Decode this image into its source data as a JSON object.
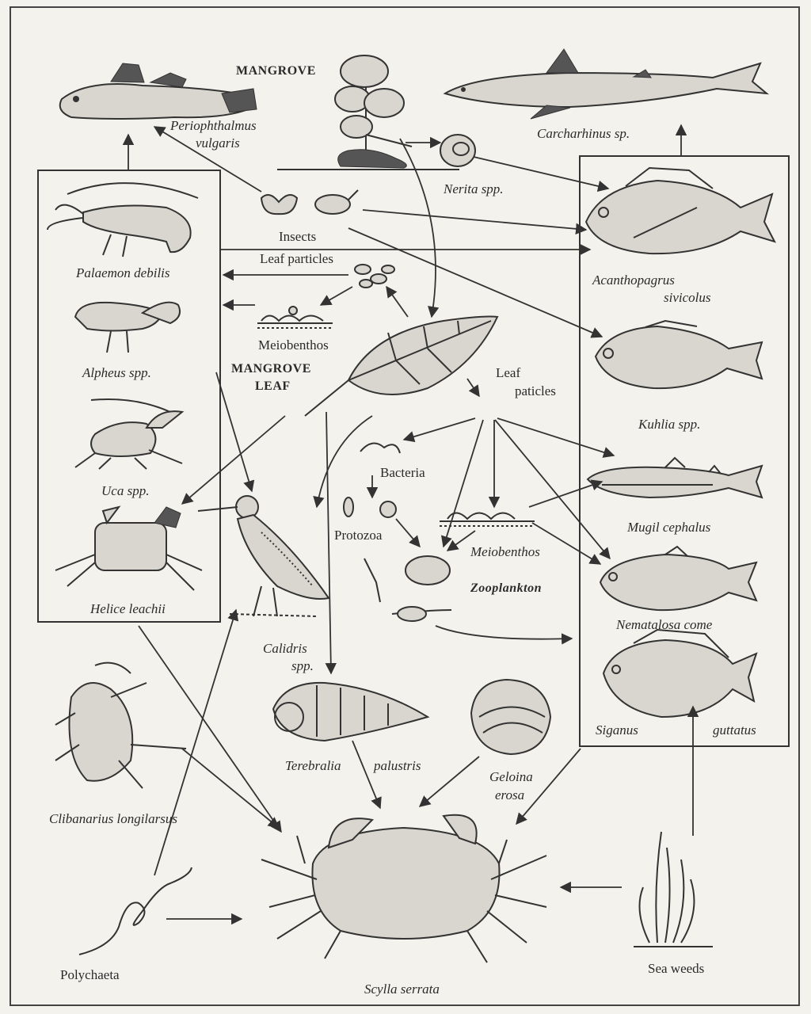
{
  "organisms": {
    "mangrove": "MANGROVE",
    "periophthalmus": "Periophthalmus",
    "periophthalmus_b": "vulgaris",
    "carcharhinus": "Carcharhinus sp.",
    "nerita": "Nerita spp.",
    "insects": "Insects",
    "leaf_particles_top": "Leaf particles",
    "palaemon": "Palaemon debilis",
    "acanthopagrus": "Acanthopagrus",
    "acanthopagrus_b": "sivicolus",
    "meiobenthos_top": "Meiobenthos",
    "mangrove_leaf": "MANGROVE",
    "mangrove_leaf_b": "LEAF",
    "alpheus": "Alpheus spp.",
    "kuhlia": "Kuhlia spp.",
    "leaf_particles_mid": "Leaf",
    "leaf_particles_mid_b": "paticles",
    "uca": "Uca spp.",
    "bacteria": "Bacteria",
    "mugil": "Mugil cephalus",
    "protozoa": "Protozoa",
    "meiobenthos_mid": "Meiobenthos",
    "zooplankton": "Zooplankton",
    "helice": "Helice leachii",
    "calidris": "Calidris",
    "calidris_b": "spp.",
    "nematalosa": "Nematalosa come",
    "siganus": "Siganus",
    "siganus_b": "guttatus",
    "terebralia": "Terebralia",
    "terebralia_b": "palustris",
    "geloina": "Geloina",
    "geloina_b": "erosa",
    "clibanarius": "Clibanarius longilarsus",
    "polychaeta": "Polychaeta",
    "scylla": "Scylla serrata",
    "seaweeds": "Sea weeds"
  },
  "colors": {
    "ink": "#333333",
    "paper": "#f4f2ec"
  }
}
